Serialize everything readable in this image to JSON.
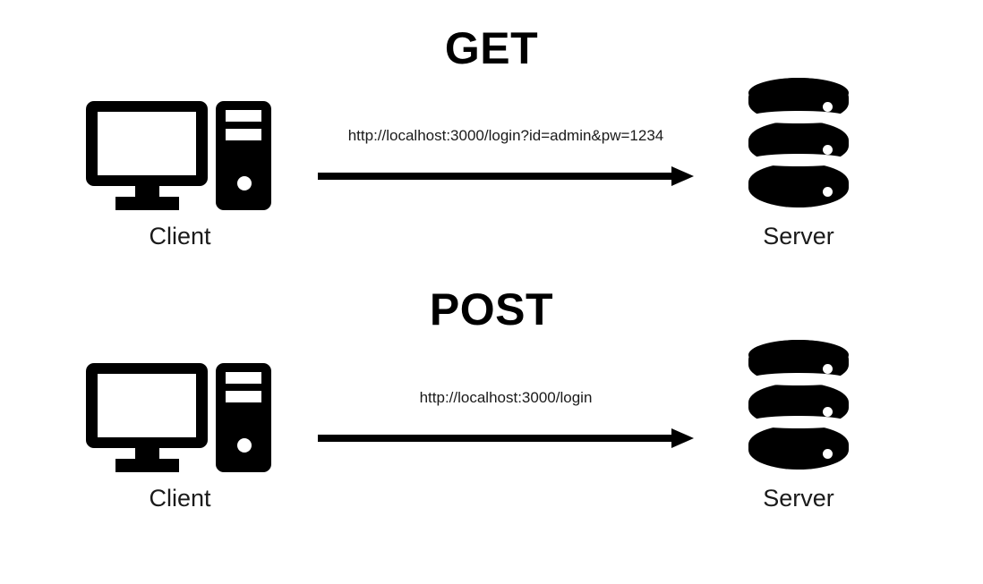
{
  "diagram": {
    "background_color": "#ffffff",
    "foreground_color": "#000000",
    "sections": [
      {
        "title": "GET",
        "client": {
          "caption": "Client",
          "icon": "desktop-computer-icon"
        },
        "server": {
          "caption": "Server",
          "icon": "database-cylinder-icon"
        },
        "request": {
          "label": "http://localhost:3000/login?id=admin&pw=1234",
          "direction": "client-to-server",
          "arrow_icon": "arrow-right-icon"
        }
      },
      {
        "title": "POST",
        "client": {
          "caption": "Client",
          "icon": "desktop-computer-icon"
        },
        "server": {
          "caption": "Server",
          "icon": "database-cylinder-icon"
        },
        "request": {
          "label": "http://localhost:3000/login",
          "direction": "client-to-server",
          "arrow_icon": "arrow-right-icon"
        }
      }
    ]
  }
}
